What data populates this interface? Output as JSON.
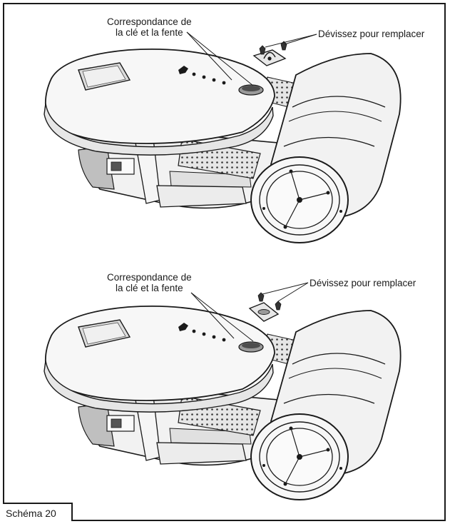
{
  "figure": {
    "caption": "Schéma 20",
    "top_panel": {
      "key_slot_label_line1": "Correspondance de",
      "key_slot_label_line2": "la clé et la fente",
      "unscrew_label": "Dévissez pour remplacer"
    },
    "bottom_panel": {
      "key_slot_label_line1": "Correspondance de",
      "key_slot_label_line2": "la clé et la fente",
      "unscrew_label": "Dévissez pour remplacer"
    }
  },
  "colors": {
    "line": "#1a1a1a",
    "fill_light": "#f2f2f2",
    "fill_mid": "#d9d9d9",
    "fill_dark": "#8c8c8c"
  }
}
